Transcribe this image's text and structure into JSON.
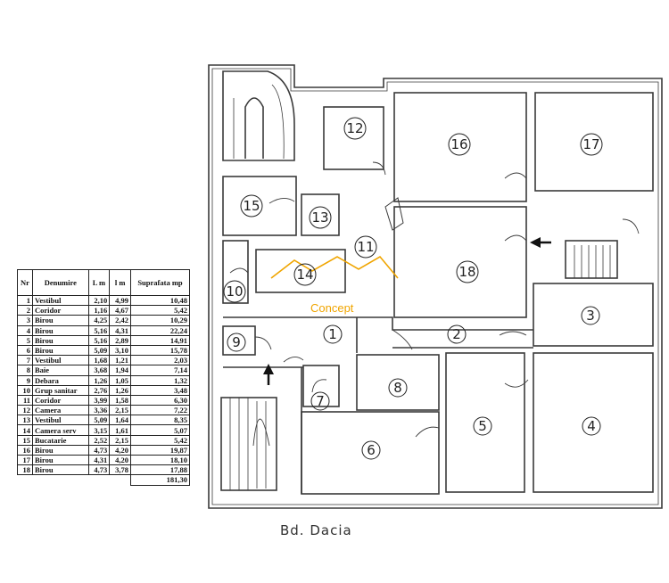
{
  "table": {
    "headers": {
      "nr": "Nr",
      "name": "Denumire",
      "l": "L m",
      "w": "l m",
      "area": "Suprafata mp"
    },
    "rows": [
      {
        "nr": "1",
        "name": "Vestibul",
        "l": "2,10",
        "w": "4,99",
        "area": "10,48"
      },
      {
        "nr": "2",
        "name": "Coridor",
        "l": "1,16",
        "w": "4,67",
        "area": "5,42"
      },
      {
        "nr": "3",
        "name": "Birou",
        "l": "4,25",
        "w": "2,42",
        "area": "10,29"
      },
      {
        "nr": "4",
        "name": "Birou",
        "l": "5,16",
        "w": "4,31",
        "area": "22,24"
      },
      {
        "nr": "5",
        "name": "Birou",
        "l": "5,16",
        "w": "2,89",
        "area": "14,91"
      },
      {
        "nr": "6",
        "name": "Birou",
        "l": "5,09",
        "w": "3,10",
        "area": "15,78"
      },
      {
        "nr": "7",
        "name": "Vestibul",
        "l": "1,68",
        "w": "1,21",
        "area": "2,03"
      },
      {
        "nr": "8",
        "name": "Baie",
        "l": "3,68",
        "w": "1,94",
        "area": "7,14"
      },
      {
        "nr": "9",
        "name": "Debara",
        "l": "1,26",
        "w": "1,05",
        "area": "1,32"
      },
      {
        "nr": "10",
        "name": "Grup sanitar",
        "l": "2,76",
        "w": "1,26",
        "area": "3,48"
      },
      {
        "nr": "11",
        "name": "Coridor",
        "l": "3,99",
        "w": "1,58",
        "area": "6,30"
      },
      {
        "nr": "12",
        "name": "Camera",
        "l": "3,36",
        "w": "2,15",
        "area": "7,22"
      },
      {
        "nr": "13",
        "name": "Vestibul",
        "l": "5,09",
        "w": "1,64",
        "area": "8,35"
      },
      {
        "nr": "14",
        "name": "Camera serv",
        "l": "3,15",
        "w": "1,61",
        "area": "5,07"
      },
      {
        "nr": "15",
        "name": "Bucatarie",
        "l": "2,52",
        "w": "2,15",
        "area": "5,42"
      },
      {
        "nr": "16",
        "name": "Birou",
        "l": "4,73",
        "w": "4,20",
        "area": "19,87"
      },
      {
        "nr": "17",
        "name": "Birou",
        "l": "4,31",
        "w": "4,20",
        "area": "18,10"
      },
      {
        "nr": "18",
        "name": "Birou",
        "l": "4,73",
        "w": "3,78",
        "area": "17,88"
      }
    ],
    "total": "181,30"
  },
  "plan": {
    "room_numbers": [
      "1",
      "2",
      "3",
      "4",
      "5",
      "6",
      "7",
      "8",
      "9",
      "10",
      "11",
      "12",
      "13",
      "14",
      "15",
      "16",
      "17",
      "18"
    ],
    "street_label": "Bd. Dacia",
    "watermark_text": "Concept",
    "watermark_color": "#f0a500",
    "line_color": "#3a3a3a"
  }
}
